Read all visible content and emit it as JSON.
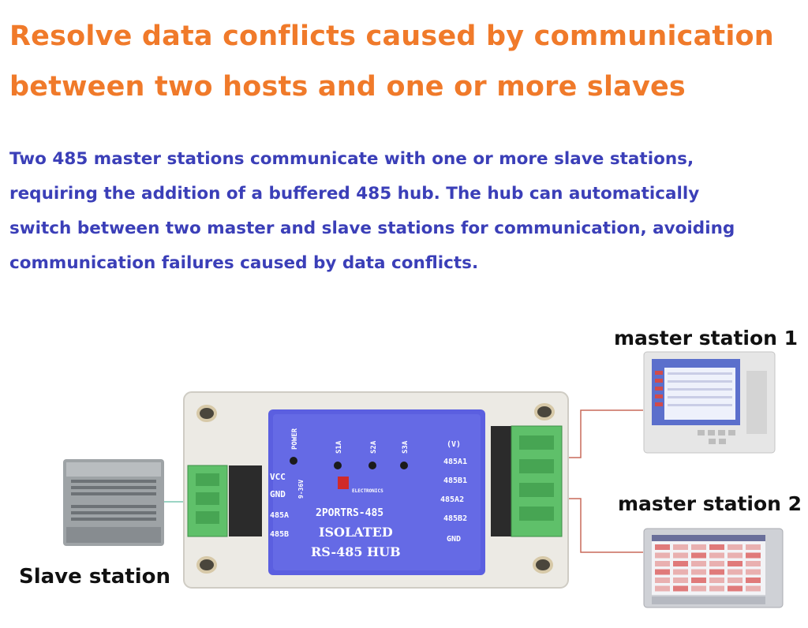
{
  "heading": {
    "line1": "Resolve data conflicts caused by communication",
    "line2": "between two hosts and one or more slaves"
  },
  "description": {
    "line1": "Two 485 master stations communicate with one or more slave stations,",
    "line2": "requiring the addition of a buffered 485 hub. The hub can automatically",
    "line3": "switch between two master and slave stations for communication, avoiding",
    "line4": "communication failures caused by data conflicts."
  },
  "labels": {
    "slave": "Slave station",
    "master1": "master station 1",
    "master2": "master station 2"
  },
  "hub": {
    "model": "2PORTRS-485",
    "isolated": "ISOLATED",
    "name": "RS-485 HUB",
    "led_power": "POWER",
    "led_s1": "S1A",
    "led_s2": "S2A",
    "led_s3": "S3A",
    "brand": "ELECTRONICS",
    "term_vcc": "VCC",
    "term_gnd": "GND",
    "term_485a": "485A",
    "term_485b": "485B",
    "term_volt": "9-36V",
    "r_1a": "485A1",
    "r_1b": "485B1",
    "r_2a": "485A2",
    "r_2b": "485B2",
    "r_gnd": "GND",
    "r_top": "(V)"
  },
  "colors": {
    "heading": "#f07a2a",
    "description": "#3b3fb8",
    "hub_panel": "#5b5fe0",
    "terminal": "#5fc06a",
    "wire": "#c86a5a"
  }
}
